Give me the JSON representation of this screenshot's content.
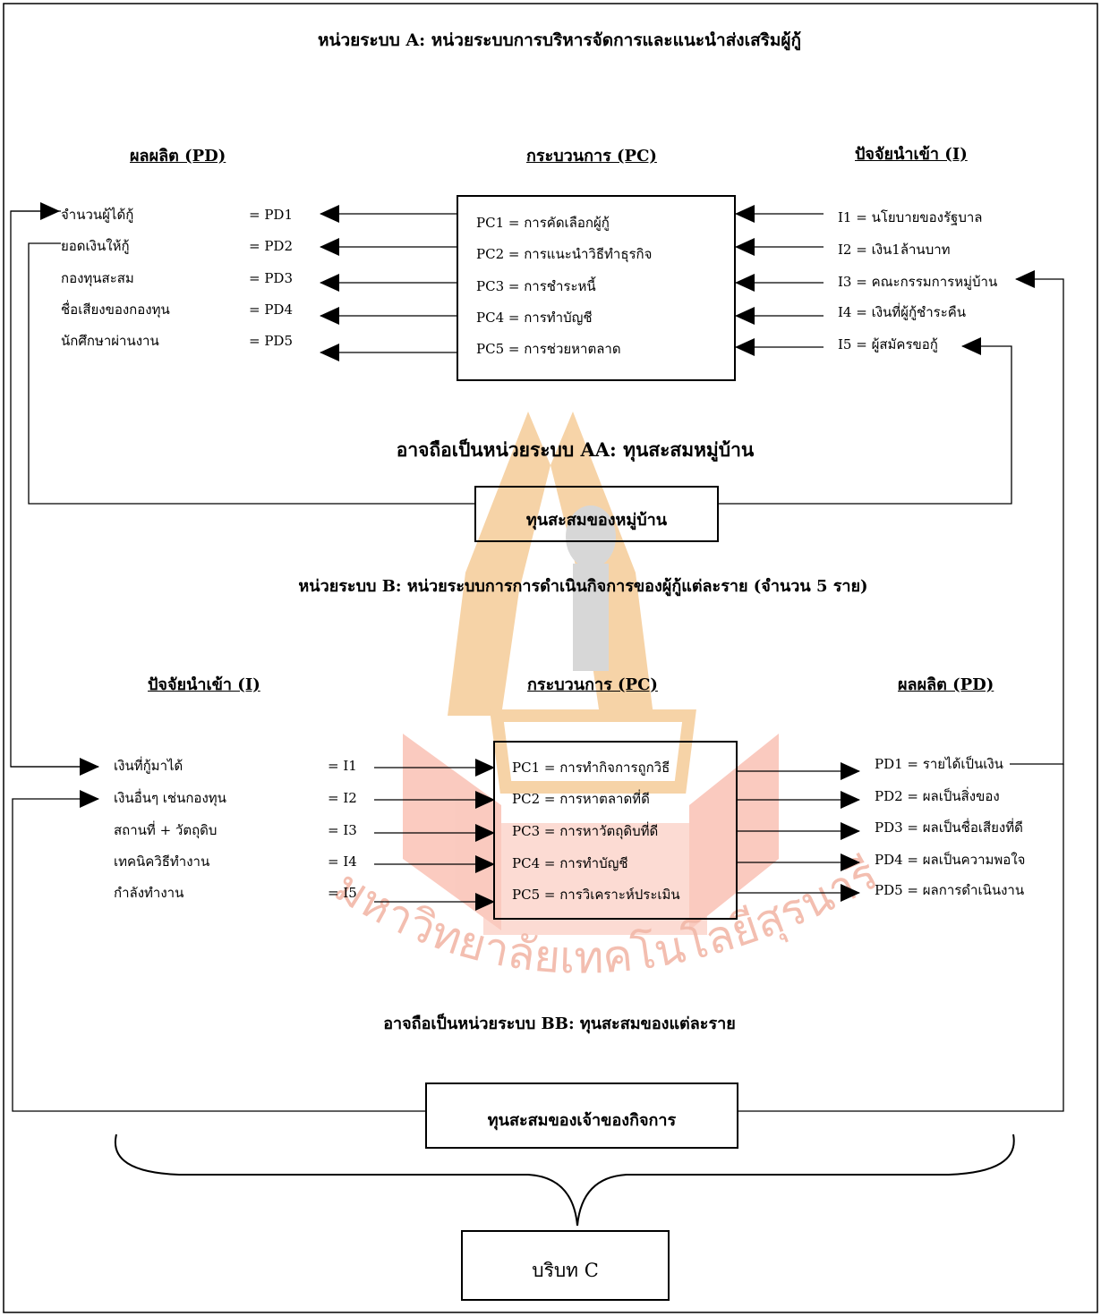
{
  "unit_a": {
    "title": "หน่วยระบบ A:  หน่วยระบบการบริหารจัดการและแนะนำส่งเสริมผู้กู้",
    "headers": {
      "output": "ผลผลิต (PD)",
      "process": "กระบวนการ (PC)",
      "input": "ปัจจัยนำเข้า (I)"
    },
    "outputs": [
      {
        "label": "จำนวนผู้ได้กู้",
        "code": "= PD1"
      },
      {
        "label": "ยอดเงินให้กู้",
        "code": "= PD2"
      },
      {
        "label": "กองทุนสะสม",
        "code": "= PD3"
      },
      {
        "label": "ชื่อเสียงของกองทุน",
        "code": "= PD4"
      },
      {
        "label": "นักศึกษาผ่านงาน",
        "code": "= PD5"
      }
    ],
    "processes": [
      "PC1 = การคัดเลือกผู้กู้",
      "PC2 = การแนะนำวิธีทำธุรกิจ",
      "PC3 = การชำระหนี้",
      "PC4 = การทำบัญชี",
      "PC5 = การช่วยหาตลาด"
    ],
    "inputs": [
      "I1 = นโยบายของรัฐบาล",
      "I2 = เงิน1ล้านบาท",
      "I3 = คณะกรรมการหมู่บ้าน",
      "I4 = เงินที่ผู้กู้ชำระคืน",
      "I5 = ผู้สมัครขอกู้"
    ],
    "aa_caption": "อาจถือเป็นหน่วยระบบ  AA:  ทุนสะสมหมู่บ้าน",
    "aa_box": "ทุนสะสมของหมู่บ้าน"
  },
  "unit_b": {
    "title": "หน่วยระบบ B:  หน่วยระบบการการดำเนินกิจการของผู้กู้แต่ละราย (จำนวน  5  ราย)",
    "headers": {
      "input": "ปัจจัยนำเข้า (I)",
      "process": "กระบวนการ (PC)",
      "output": "ผลผลิต (PD)"
    },
    "inputs": [
      {
        "label": "เงินที่กู้มาได้",
        "code": "= I1"
      },
      {
        "label": "เงินอื่นๆ เช่นกองทุน",
        "code": "= I2"
      },
      {
        "label": "สถานที่ + วัตถุดิบ",
        "code": "= I3"
      },
      {
        "label": "เทคนิควิธีทำงาน",
        "code": "= I4"
      },
      {
        "label": "กำลังทำงาน",
        "code": "= I5"
      }
    ],
    "processes": [
      "PC1  = การทำกิจการถูกวิธี",
      "PC2  = การหาตลาดที่ดี",
      "PC3  = การหาวัตถุดิบที่ดี",
      "PC4  = การทำบัญชี",
      "PC5  = การวิเคราะห์ประเมิน"
    ],
    "outputs": [
      "PD1 = รายได้เป็นเงิน",
      "PD2 = ผลเป็นสิ่งของ",
      "PD3 = ผลเป็นชื่อเสียงที่ดี",
      "PD4 = ผลเป็นความพอใจ",
      "PD5 = ผลการดำเนินงาน"
    ],
    "bb_caption": "อาจถือเป็นหน่วยระบบ  BB:  ทุนสะสมของแต่ละราย",
    "bb_box": "ทุนสะสมของเจ้าของกิจการ"
  },
  "context_box": "บริบท C",
  "watermark_text": "มหาวิทยาลัยเทคโนโลยีสุรนารี",
  "colors": {
    "line": "#000000",
    "watermark": "#f2b8a8"
  }
}
